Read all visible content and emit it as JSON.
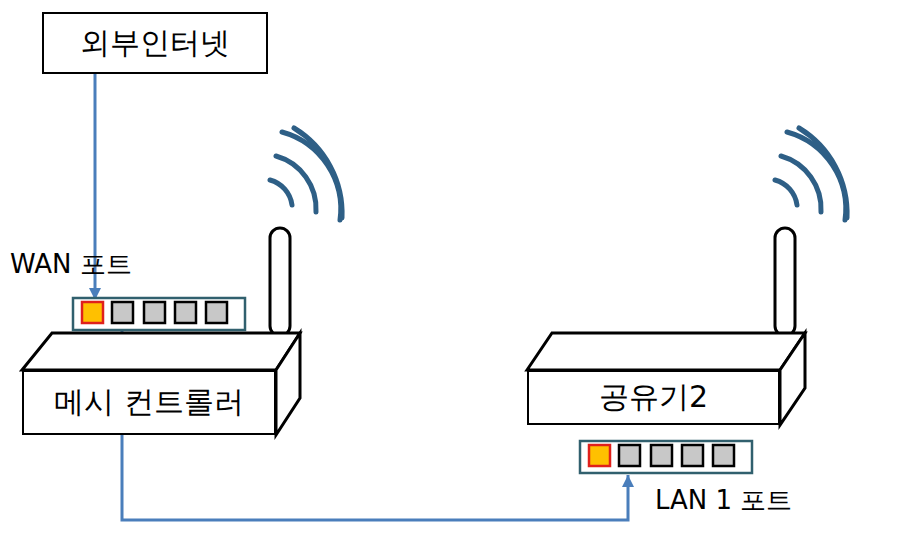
{
  "diagram": {
    "nodes": [
      {
        "text": [
          "외부인터넷"
        ]
      },
      {
        "text": [
          "메시 컨트롤러"
        ]
      },
      {
        "text": [
          "공유기2"
        ]
      }
    ],
    "edges": [
      {
        "from": 0,
        "to": 1,
        "arrow": "to"
      },
      {
        "from": 1,
        "to": 2,
        "arrow": "to"
      }
    ],
    "labels": [
      "WAN 포트",
      "LAN 1 포트"
    ]
  }
}
